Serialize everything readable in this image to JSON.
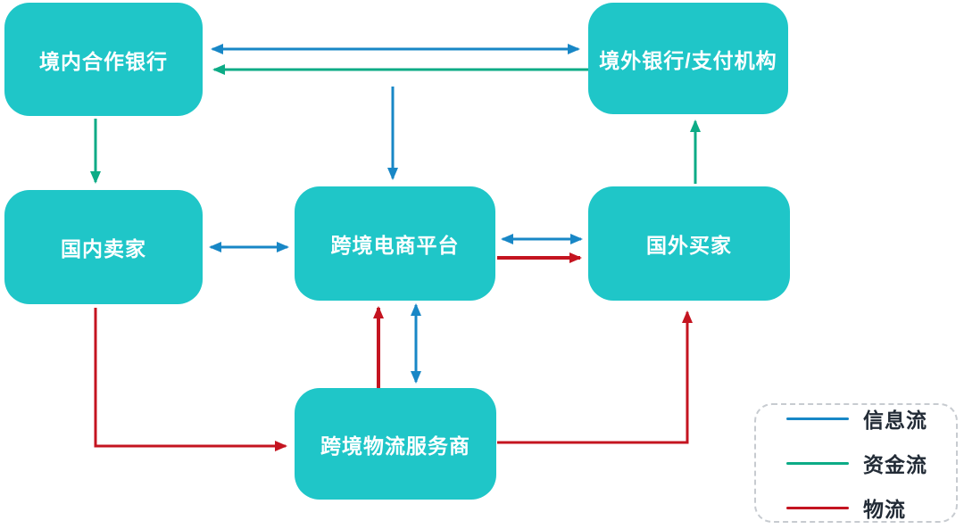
{
  "diagram": {
    "nodes": {
      "domestic_bank": {
        "label": "境内合作银行"
      },
      "overseas_bank": {
        "label": "境外银行/支付机构"
      },
      "domestic_seller": {
        "label": "国内卖家"
      },
      "platform": {
        "label": "跨境电商平台"
      },
      "foreign_buyer": {
        "label": "国外买家"
      },
      "logistics": {
        "label": "跨境物流服务商"
      }
    },
    "edges": [
      {
        "from": "domestic_bank",
        "to": "overseas_bank",
        "flow": "信息流",
        "bidirectional": true
      },
      {
        "from": "overseas_bank",
        "to": "domestic_bank",
        "flow": "资金流",
        "bidirectional": false
      },
      {
        "from": "domestic_bank",
        "to": "domestic_seller",
        "flow": "资金流",
        "bidirectional": false
      },
      {
        "from": "overseas_bank",
        "to": "platform",
        "flow": "信息流",
        "bidirectional": false
      },
      {
        "from": "foreign_buyer",
        "to": "overseas_bank",
        "flow": "资金流",
        "bidirectional": false
      },
      {
        "from": "domestic_seller",
        "to": "platform",
        "flow": "信息流",
        "bidirectional": true
      },
      {
        "from": "platform",
        "to": "foreign_buyer",
        "flow": "信息流",
        "bidirectional": true
      },
      {
        "from": "platform",
        "to": "foreign_buyer",
        "flow": "物流",
        "bidirectional": false
      },
      {
        "from": "domestic_seller",
        "to": "logistics",
        "flow": "物流",
        "bidirectional": false
      },
      {
        "from": "logistics",
        "to": "platform",
        "flow": "物流",
        "bidirectional": false
      },
      {
        "from": "platform",
        "to": "logistics",
        "flow": "信息流",
        "bidirectional": true
      },
      {
        "from": "logistics",
        "to": "foreign_buyer",
        "flow": "物流",
        "bidirectional": false
      }
    ],
    "legend": {
      "items": [
        {
          "key": "info",
          "label": "信息流",
          "color": "#1887c6"
        },
        {
          "key": "funds",
          "label": "资金流",
          "color": "#0cab86"
        },
        {
          "key": "goods",
          "label": "物流",
          "color": "#c41420"
        }
      ]
    },
    "colors": {
      "background": "#ffffff",
      "node_fill": "#1fc6c8",
      "node_text": "#ffffff",
      "info_flow": "#1887c6",
      "funds_flow": "#0cab86",
      "logistics_flow": "#c41420",
      "legend_border": "#c7cbd0",
      "legend_text": "#222b36"
    }
  }
}
